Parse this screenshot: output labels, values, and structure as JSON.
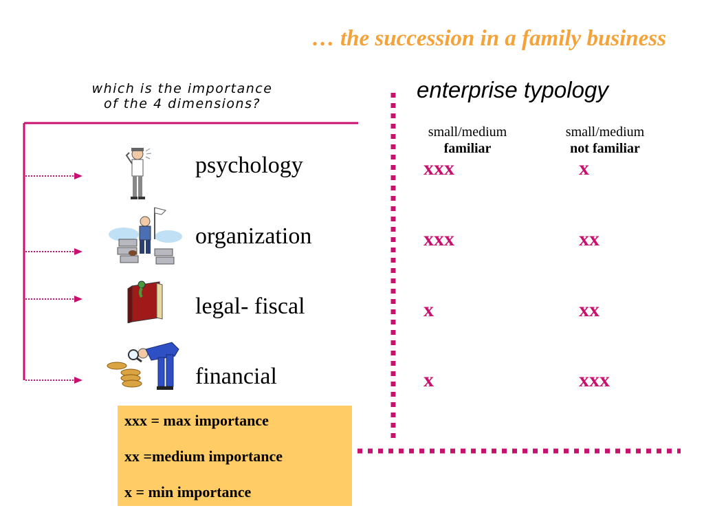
{
  "slide": {
    "title": "… the succession in a family business",
    "question": [
      "which is the importance",
      "of the 4 dimensions?"
    ],
    "typology_heading": "enterprise typology",
    "columns": [
      {
        "size": "small/medium",
        "kind": "familiar"
      },
      {
        "size": "small/medium",
        "kind": "not familiar"
      }
    ],
    "dimensions": [
      {
        "name": "psychology",
        "icon": "thinking-man-icon",
        "familiar": "xxx",
        "not_familiar": "x"
      },
      {
        "name": "organization",
        "icon": "paperwork-man-with-flag-icon",
        "familiar": "xxx",
        "not_familiar": "xx"
      },
      {
        "name": "legal- fiscal",
        "icon": "law-book-icon",
        "familiar": "x",
        "not_familiar": "xx"
      },
      {
        "name": "financial",
        "icon": "man-with-magnifier-and-coins-icon",
        "familiar": "x",
        "not_familiar": "xxx"
      }
    ],
    "legend": [
      "xxx = max  importance",
      "xx =medium importance",
      "x = min importance"
    ]
  },
  "colors": {
    "title": "#F4A23A",
    "accent": "#C8106E",
    "legend_bg": "#FFCC66"
  }
}
